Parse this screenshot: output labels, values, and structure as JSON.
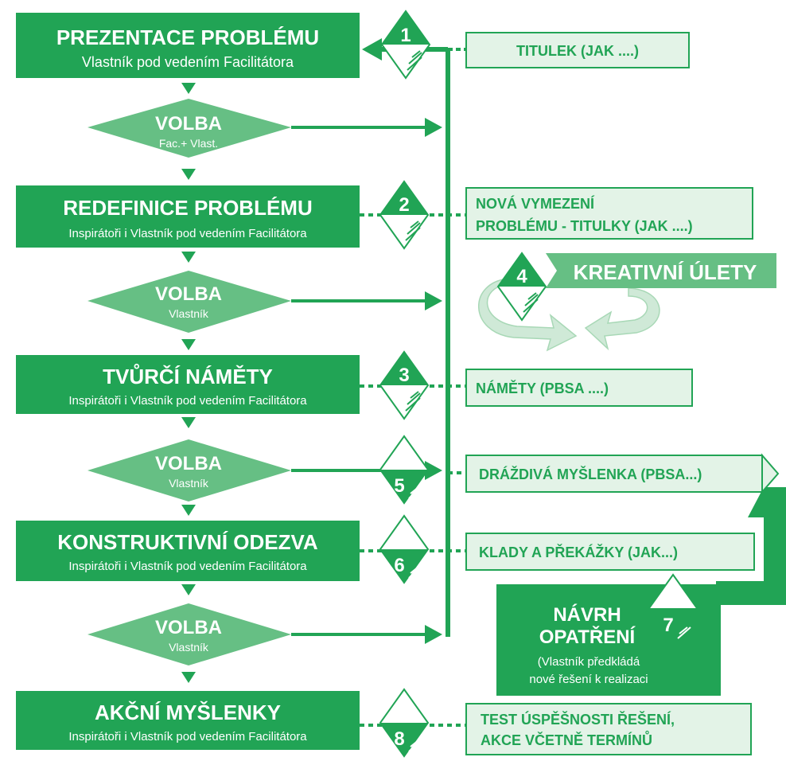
{
  "steps": [
    {
      "title": "PREZENTACE PROBLÉMU",
      "subtitle": "Vlastník pod vedením Facilitátora"
    },
    {
      "title": "REDEFINICE PROBLÉMU",
      "subtitle": "Inspirátoři i Vlastník pod vedením Facilitátora"
    },
    {
      "title": "TVŮRČÍ NÁMĚTY",
      "subtitle": "Inspirátoři i Vlastník pod vedením Facilitátora"
    },
    {
      "title": "KONSTRUKTIVNÍ ODEZVA",
      "subtitle": "Inspirátoři i Vlastník pod vedením Facilitátora"
    },
    {
      "title": "AKČNÍ MYŠLENKY",
      "subtitle": "Inspirátoři i Vlastník pod vedením Facilitátora"
    }
  ],
  "decisions": [
    {
      "title": "VOLBA",
      "subtitle": "Fac.+ Vlast."
    },
    {
      "title": "VOLBA",
      "subtitle": "Vlastník"
    },
    {
      "title": "VOLBA",
      "subtitle": "Vlastník"
    },
    {
      "title": "VOLBA",
      "subtitle": "Vlastník"
    }
  ],
  "markers": [
    "1",
    "2",
    "3",
    "4",
    "5",
    "6",
    "7",
    "8"
  ],
  "outputs": {
    "titulek": "TITULEK (JAK ....)",
    "nova_line1": "NOVÁ VYMEZENÍ",
    "nova_line2": "PROBLÉMU - TITULKY (JAK ....)",
    "namety": "NÁMĚTY (PBSA ....)",
    "drazdiva": "DRÁŽDIVÁ MYŠLENKA (PBSA...)",
    "klady": "KLADY A PŘEKÁŽKY (JAK...)",
    "test_line1": "TEST ÚSPĚŠNOSTI ŘEŠENÍ,",
    "test_line2": "AKCE VČETNĚ TERMÍNŮ"
  },
  "kreativni": "KREATIVNÍ ÚLETY",
  "navrh": {
    "line1": "NÁVRH",
    "line2": "OPATŘENÍ",
    "line3": "(Vlastník předkládá",
    "line4": "nové řešení k realizaci"
  },
  "colors": {
    "dark": "#21a455",
    "medium": "#66bf84",
    "light": "#e3f3e7",
    "curve": "#cfe9d7"
  }
}
